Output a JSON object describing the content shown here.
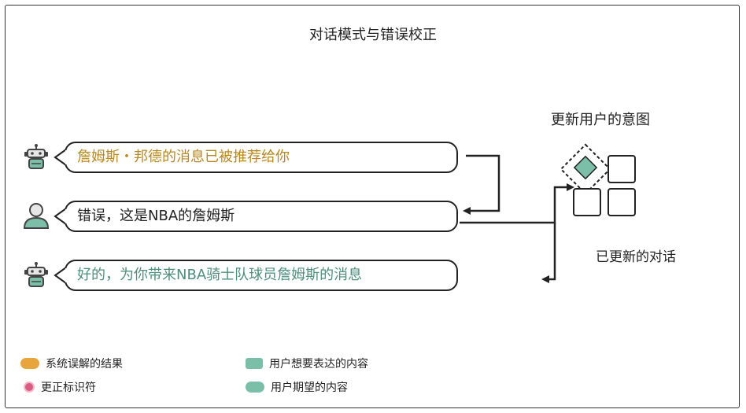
{
  "title": "对话模式与错误校正",
  "dialog": {
    "bot_message_1": "詹姆斯・邦德的消息已被推荐给你",
    "user_message": "错误，这是NBA的詹姆斯",
    "bot_message_2": "好的，为你带来NBA骑士队球员詹姆斯的消息"
  },
  "side": {
    "title": "更新用户的意图",
    "subtitle": "已更新的对话"
  },
  "legend": {
    "system_misread": "系统误解的结果",
    "user_intent": "用户想要表达的内容",
    "correction_marker": "更正标识符",
    "user_expected": "用户期望的内容"
  },
  "colors": {
    "orange": "#e8a53b",
    "green": "#7bbfa8",
    "pink": "#d95d83",
    "dark": "#333333"
  },
  "icons": [
    "robot-icon",
    "user-icon",
    "robot-icon",
    "intent-grid-icon"
  ]
}
